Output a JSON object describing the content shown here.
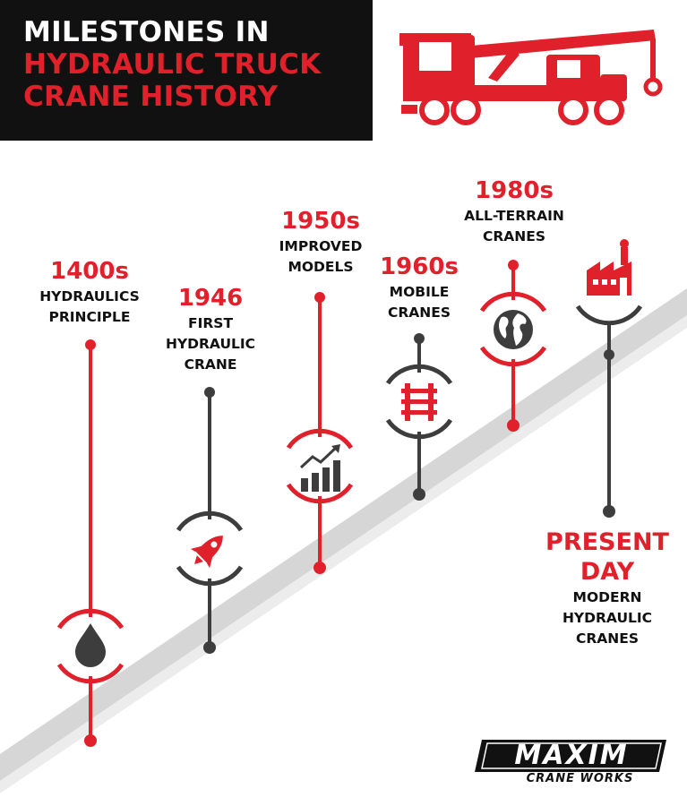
{
  "header": {
    "title_line1": "MILESTONES IN",
    "title_line2": "HYDRAULIC TRUCK",
    "title_line3": "CRANE HISTORY"
  },
  "header_icon": "truck-crane-icon",
  "milestones": [
    {
      "year": "1400s",
      "label_line1": "HYDRAULICS",
      "label_line2": "PRINCIPLE",
      "icon": "oil-drop-icon",
      "line_color": "#e0202a"
    },
    {
      "year": "1946",
      "label_line1": "FIRST",
      "label_line2": "HYDRAULIC",
      "label_line3": "CRANE",
      "icon": "rocket-icon",
      "line_color": "#3d3d3d"
    },
    {
      "year": "1950s",
      "label_line1": "IMPROVED",
      "label_line2": "MODELS",
      "icon": "growth-chart-icon",
      "line_color": "#e0202a"
    },
    {
      "year": "1960s",
      "label_line1": "MOBILE",
      "label_line2": "CRANES",
      "icon": "rail-track-icon",
      "line_color": "#3d3d3d"
    },
    {
      "year": "1980s",
      "label_line1": "ALL-TERRAIN",
      "label_line2": "CRANES",
      "icon": "globe-icon",
      "line_color": "#e0202a"
    },
    {
      "year_line1": "PRESENT",
      "year_line2": "DAY",
      "label_line1": "MODERN",
      "label_line2": "HYDRAULIC",
      "label_line3": "CRANES",
      "icon": "factory-icon",
      "line_color": "#3d3d3d"
    }
  ],
  "brand": {
    "logo_text": "MAXIM",
    "logo_subtext": "CRANE WORKS"
  },
  "colors": {
    "red": "#e0202a",
    "dark": "#3d3d3d",
    "black": "#111111",
    "road": "#d6d6d6"
  }
}
